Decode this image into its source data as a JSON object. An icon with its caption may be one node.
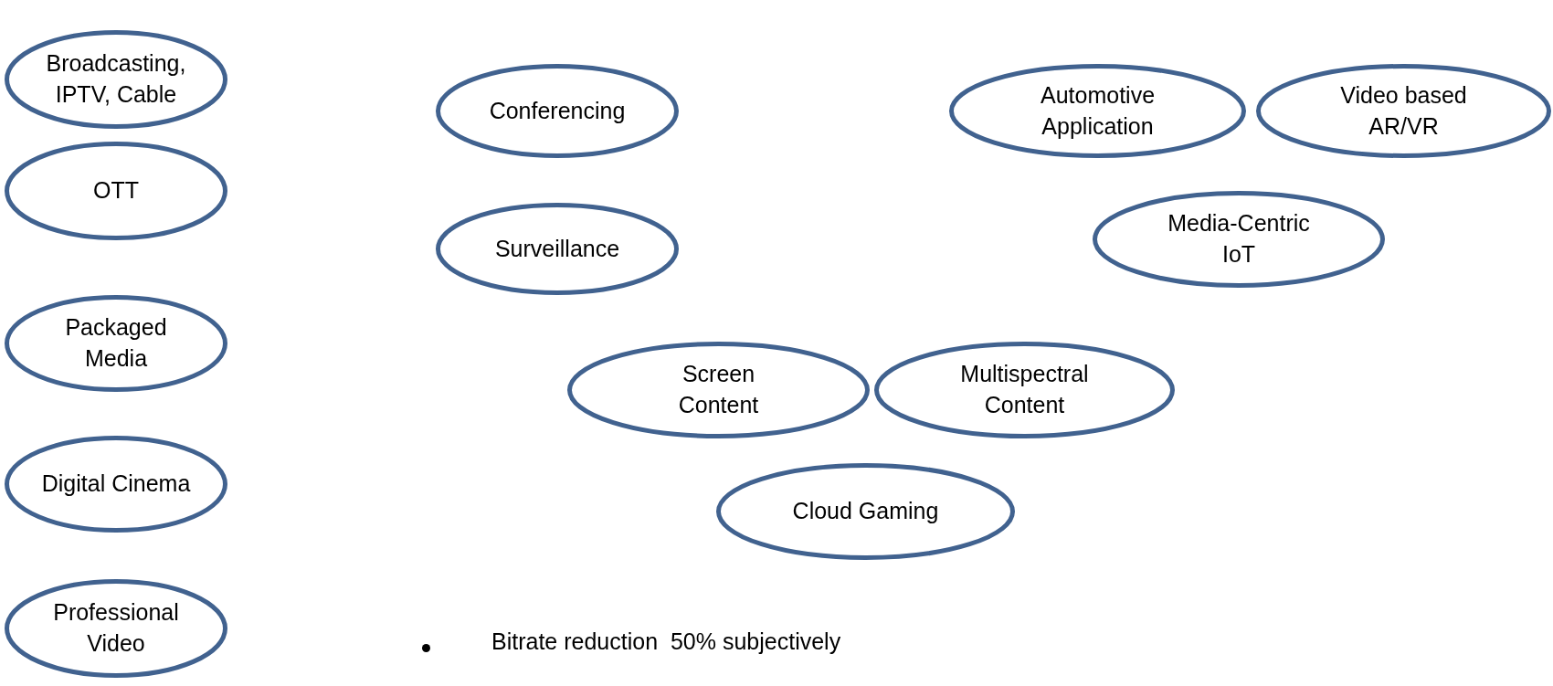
{
  "diagram": {
    "nodes": [
      {
        "text": [
          "Broadcasting, IPTV, Cable"
        ]
      },
      {
        "text": [
          "Conferencing"
        ]
      },
      {
        "text": [
          "Automotive Application"
        ]
      },
      {
        "text": [
          "Video based AR/VR"
        ]
      },
      {
        "text": [
          "OTT"
        ]
      },
      {
        "text": [
          "Surveillance"
        ]
      },
      {
        "text": [
          "Media-Centric IoT"
        ]
      },
      {
        "text": [
          "Packaged Media"
        ]
      },
      {
        "text": [
          "Screen Content"
        ]
      },
      {
        "text": [
          "Multispectral Content"
        ]
      },
      {
        "text": [
          "Digital Cinema"
        ]
      },
      {
        "text": [
          "Cloud Gaming"
        ]
      },
      {
        "text": [
          "Professional Video"
        ]
      }
    ],
    "labels": [
      "Bitrate reduction  50% subjectively"
    ]
  }
}
